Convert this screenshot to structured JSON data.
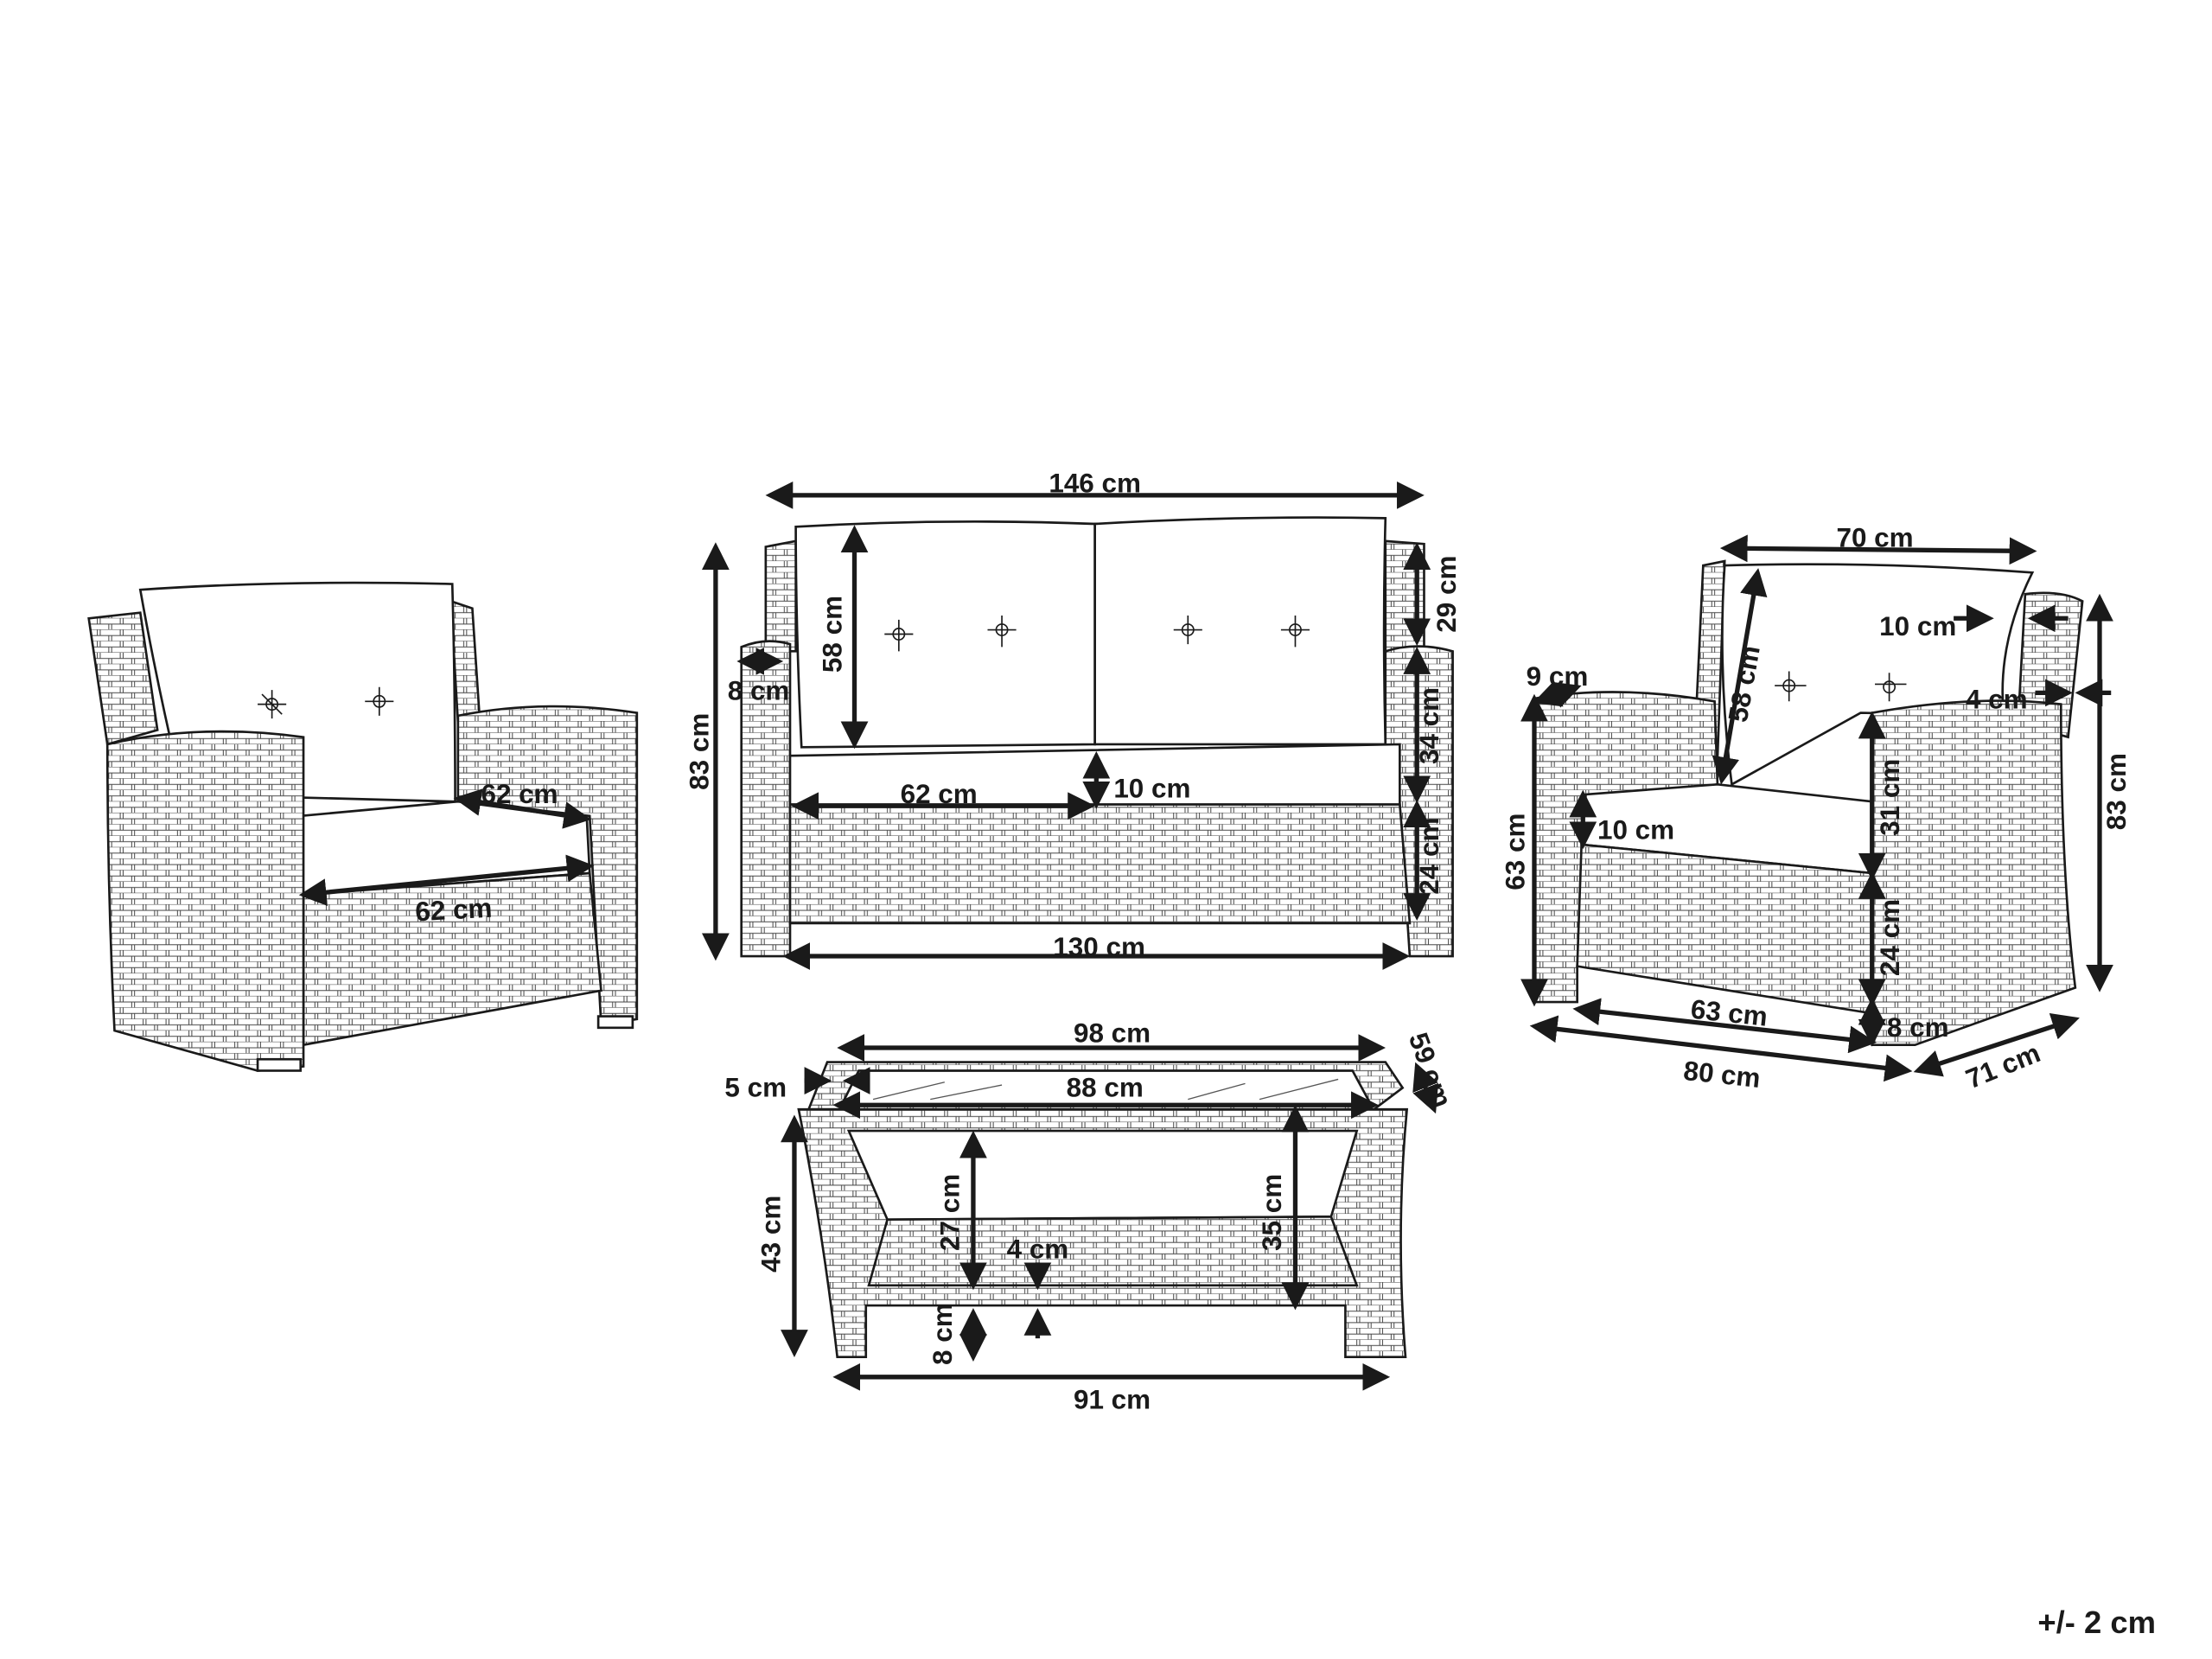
{
  "armchair_left": {
    "seat_depth": "62 cm",
    "seat_width": "62 cm"
  },
  "sofa": {
    "width": "146 cm",
    "height": "83 cm",
    "arm_width": "8 cm",
    "back_cushion_height": "58 cm",
    "back_above_cushion": "29 cm",
    "arm_above_seat": "34 cm",
    "seat_cushion_width": "62 cm",
    "seat_cushion_thickness": "10 cm",
    "seat_height_base": "24 cm",
    "inner_width": "130 cm"
  },
  "armchair_right": {
    "back_width": "70 cm",
    "back_cushion_thickness": "10 cm",
    "arm_width": "9 cm",
    "back_offset": "4 cm",
    "back_cushion_height": "58 cm",
    "arm_above_seat": "31 cm",
    "seat_cushion_thickness": "10 cm",
    "arm_height": "63 cm",
    "height": "83 cm",
    "base_height": "24 cm",
    "inner_width": "63 cm",
    "leg_height": "8 cm",
    "width": "80 cm",
    "depth": "71 cm"
  },
  "table": {
    "width_top": "98 cm",
    "frame_width": "5 cm",
    "glass_width": "88 cm",
    "depth": "59 cm",
    "height": "43 cm",
    "shelf_clearance": "27 cm",
    "shelf_thickness": "4 cm",
    "top_to_bottom": "35 cm",
    "leg_height": "8 cm",
    "width_bottom": "91 cm"
  },
  "tolerance": "+/- 2 cm"
}
